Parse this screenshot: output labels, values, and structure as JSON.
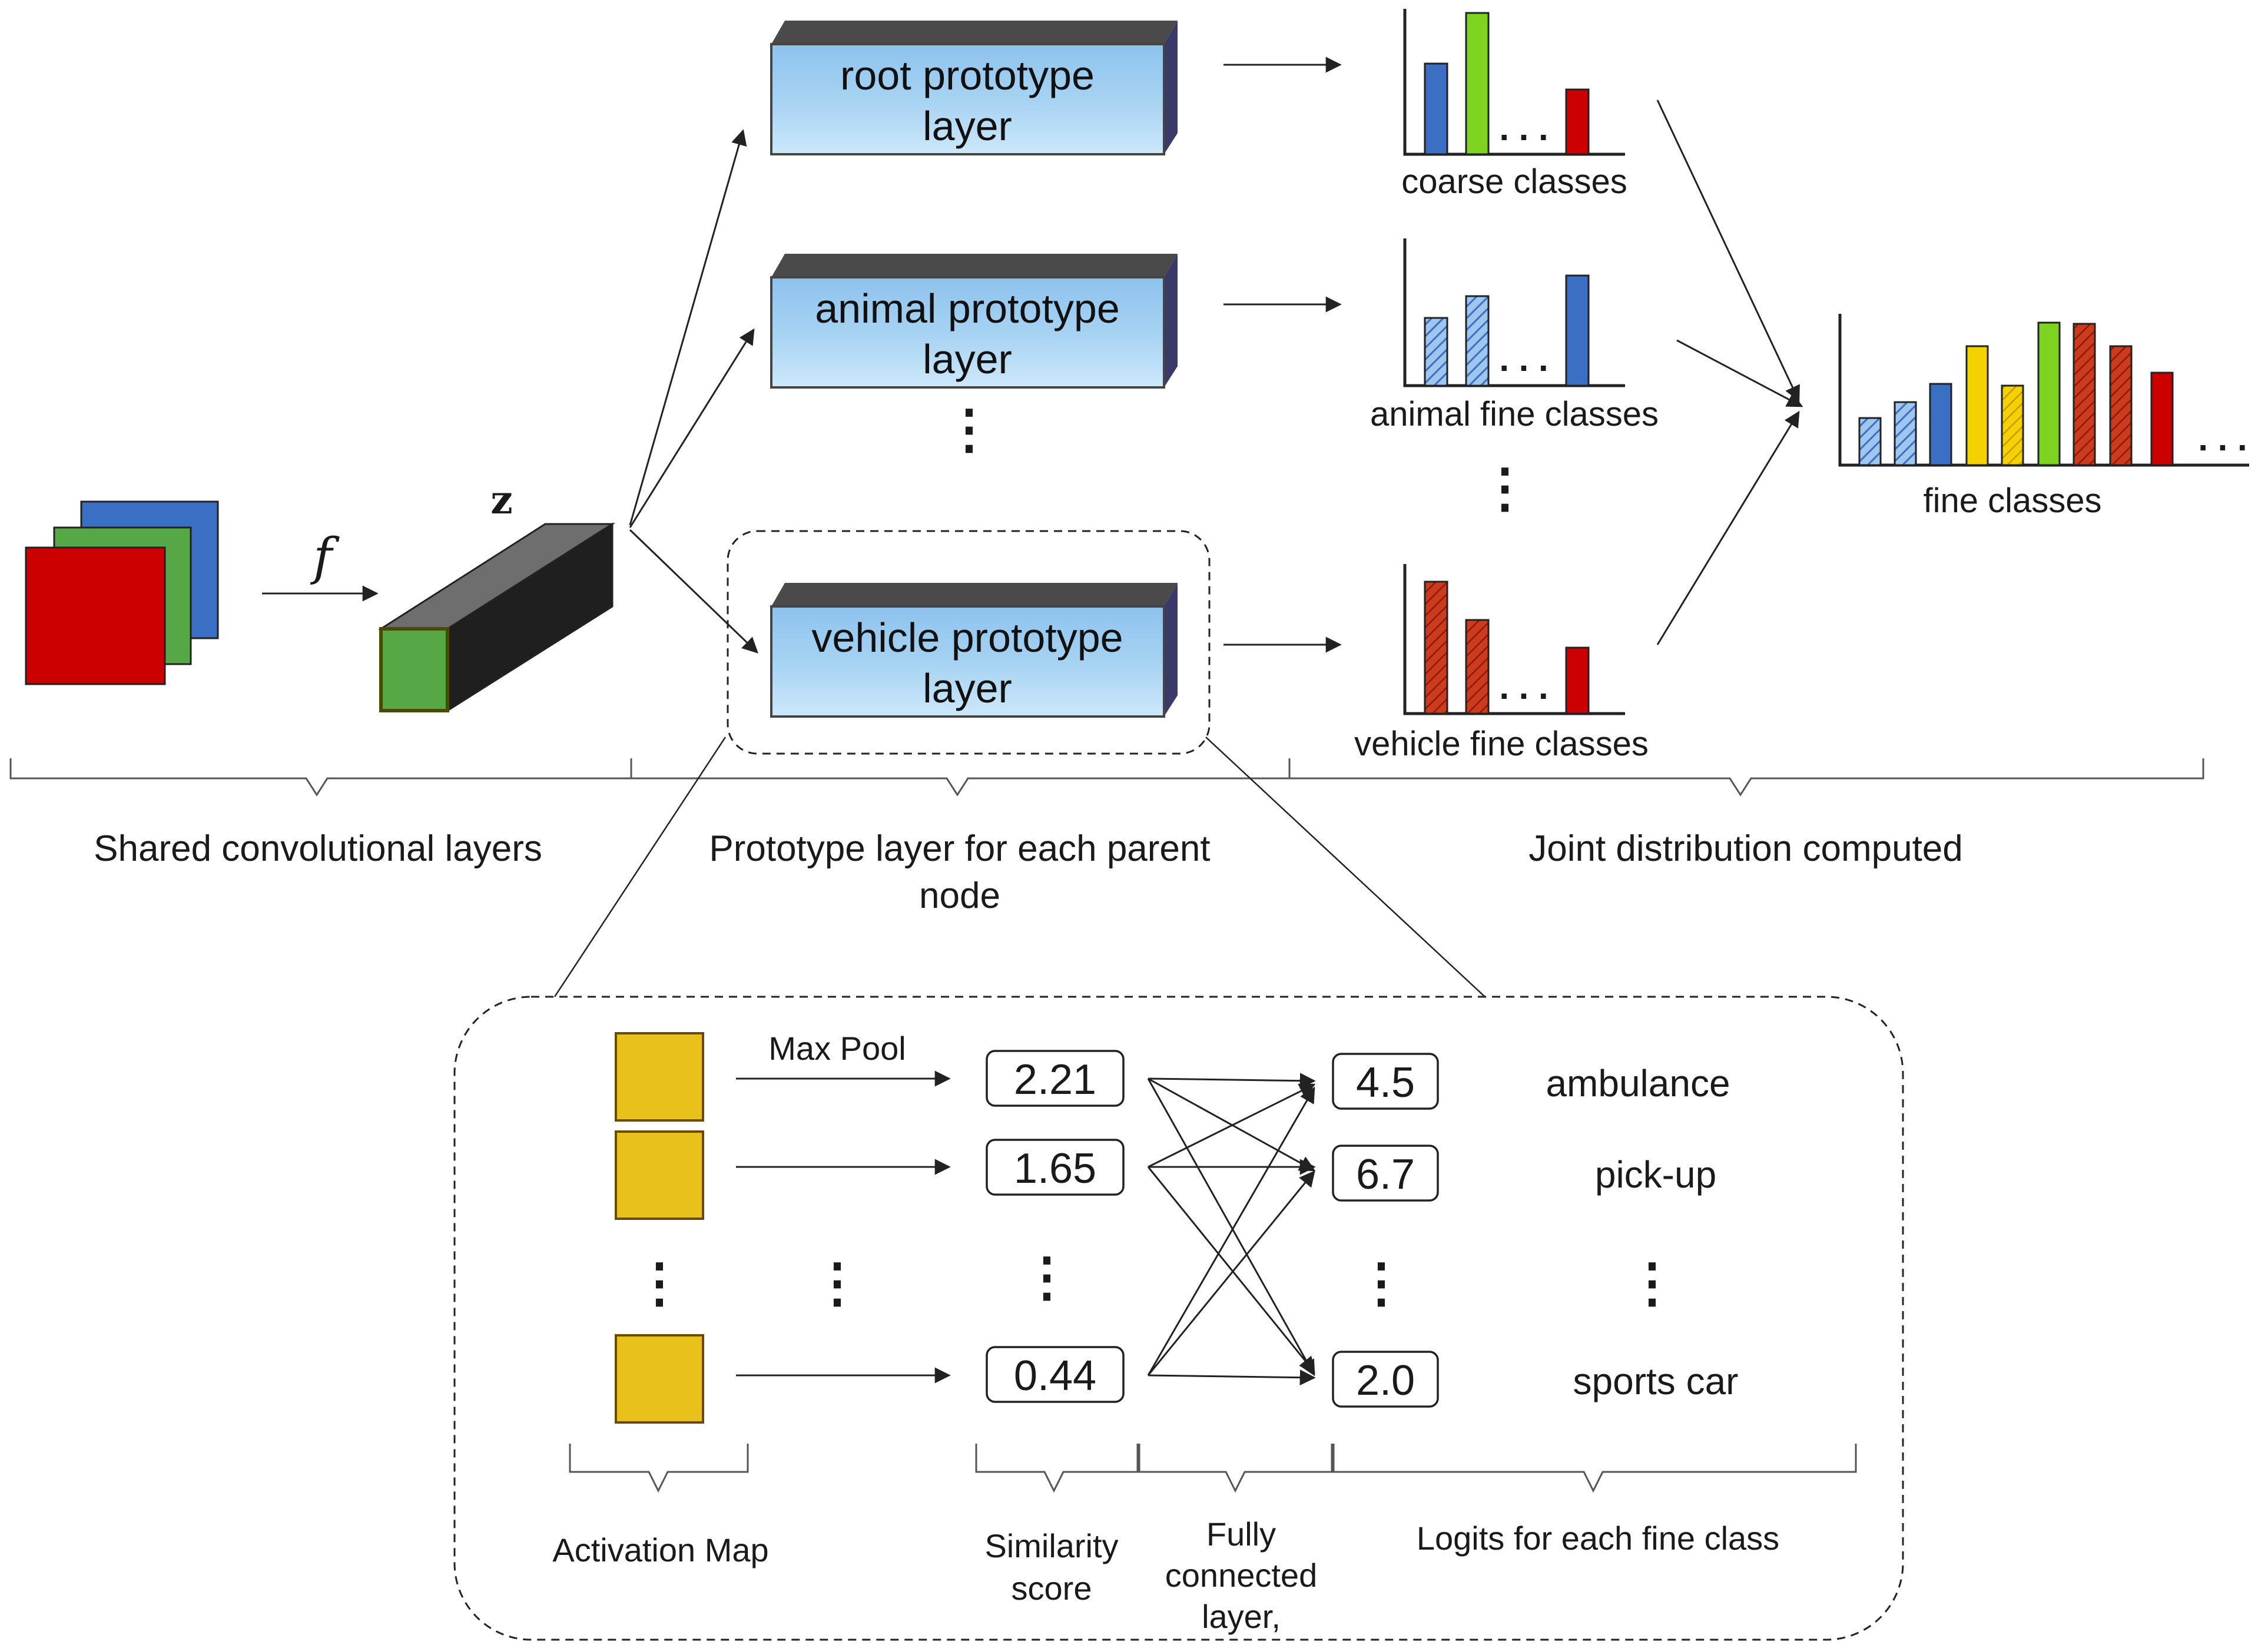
{
  "feature_label": "z",
  "function_label": "f",
  "prototype_layers": {
    "root": "root prototype layer",
    "animal": "animal prototype layer",
    "vehicle": "vehicle prototype layer"
  },
  "histograms": {
    "coarse": "coarse classes",
    "animal_fine": "animal fine classes",
    "vehicle_fine": "vehicle fine classes",
    "fine": "fine classes"
  },
  "sections": {
    "shared": "Shared convolutional layers",
    "prototype": "Prototype layer for each parent node",
    "joint": "Joint distribution computed"
  },
  "detail": {
    "max_pool": "Max Pool",
    "similarity_scores": [
      "2.21",
      "1.65",
      "0.44"
    ],
    "logits": [
      "4.5",
      "6.7",
      "2.0"
    ],
    "classes": [
      "ambulance",
      "pick-up",
      "sports car"
    ],
    "labels": {
      "activation_map": "Activation Map",
      "similarity_score": "Similarity score",
      "fully_connected": "Fully connected layer,",
      "logits": "Logits for each fine class"
    }
  },
  "colors": {
    "red": "#cc0000",
    "green": "#55a845",
    "blue": "#3a6fc4",
    "lime": "#7ed321",
    "yellow": "#f3d200",
    "gold": "#e8c21a",
    "prototype_box": "#a9d4f2",
    "dark_bar": "#2f2f2f"
  }
}
